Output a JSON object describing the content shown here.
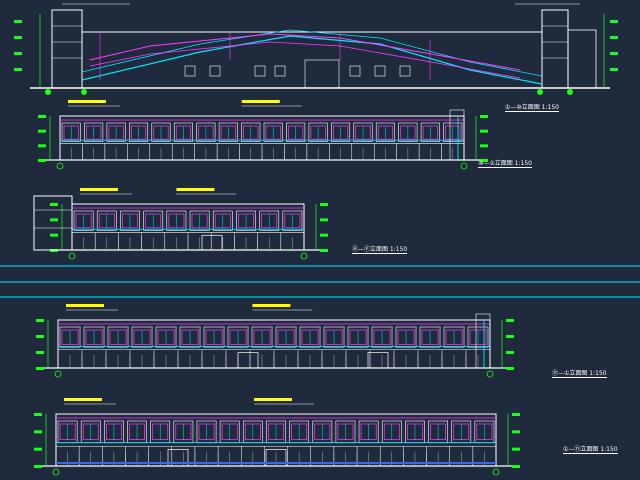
{
  "drawing": {
    "colors": {
      "background": "#1f2a3d",
      "outline": "#ffffff",
      "cyan": "#00e5ff",
      "magenta": "#ff3cff",
      "green": "#19ff19",
      "yellow": "#ffff00",
      "blue": "#2f6bff"
    },
    "view_titles": [
      {
        "id": "elevation-1",
        "label": "①—⑩立面图 1:150"
      },
      {
        "id": "elevation-2",
        "label": "⑩—①立面图 1:150"
      },
      {
        "id": "elevation-3",
        "label": "Ⓐ—Ⓕ立面图 1:150"
      },
      {
        "id": "elevation-4",
        "label": "⑪—①立面图 1:150"
      },
      {
        "id": "elevation-5",
        "label": "①—⑪立面图 1:150"
      }
    ]
  }
}
